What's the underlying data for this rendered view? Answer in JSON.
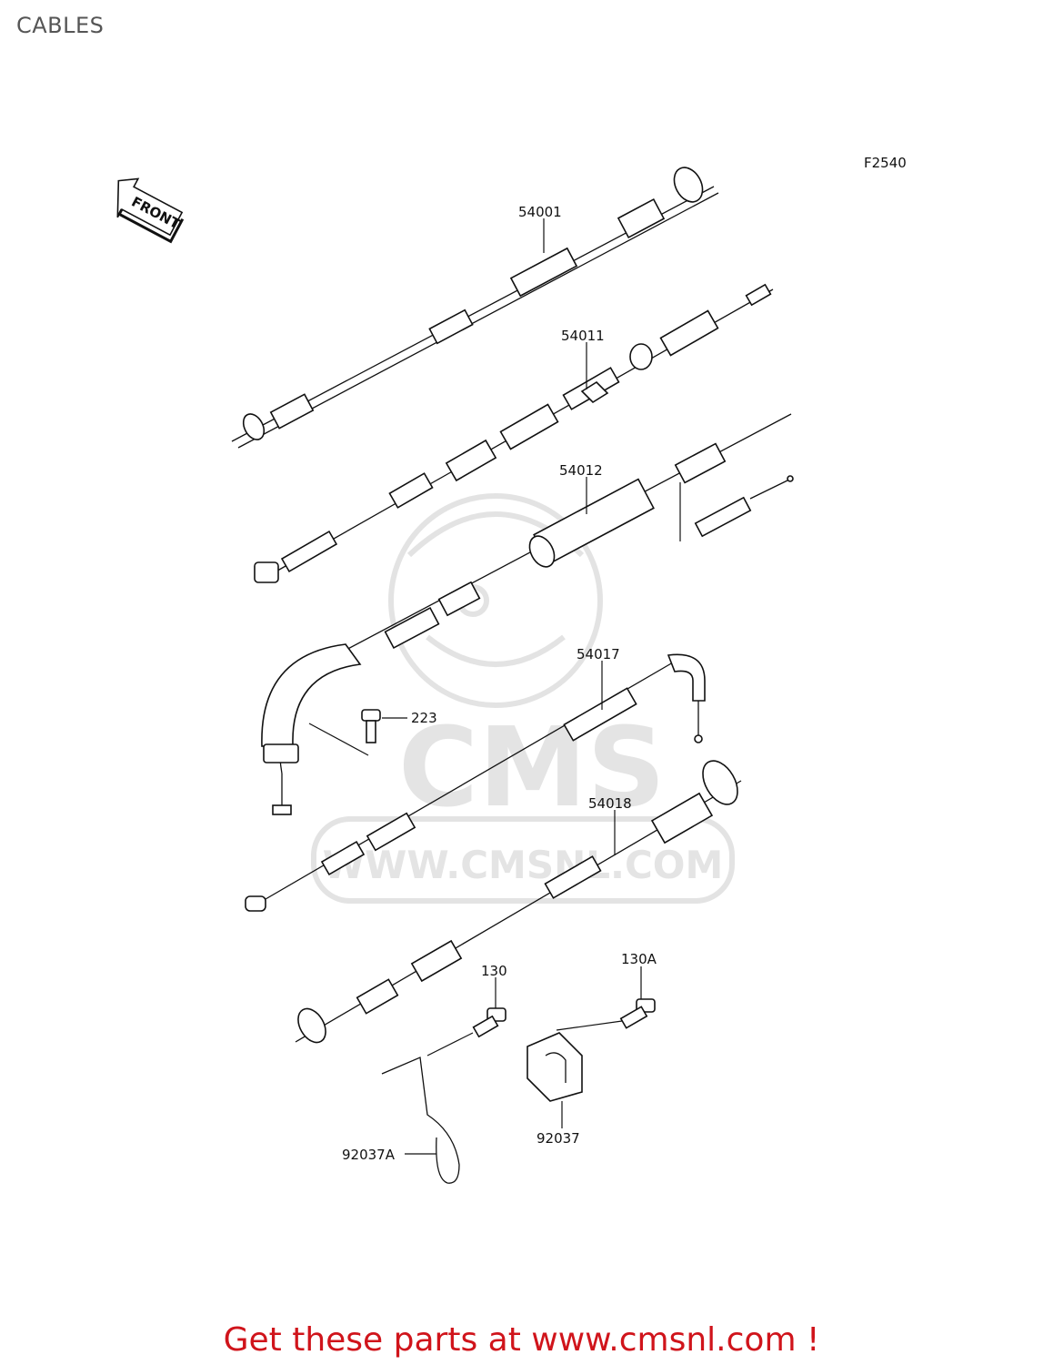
{
  "page": {
    "title": "CABLES"
  },
  "diagram": {
    "figure_code": "F2540",
    "front_label": "FRONT",
    "watermark": {
      "brand": "CMS",
      "url": "WWW.CMSNL.COM"
    },
    "callouts": [
      {
        "id": "c54001",
        "label": "54001"
      },
      {
        "id": "c54011",
        "label": "54011"
      },
      {
        "id": "c54012",
        "label": "54012"
      },
      {
        "id": "c54017",
        "label": "54017"
      },
      {
        "id": "c223",
        "label": "223"
      },
      {
        "id": "c54018",
        "label": "54018"
      },
      {
        "id": "c130",
        "label": "130"
      },
      {
        "id": "c130A",
        "label": "130A"
      },
      {
        "id": "c92037",
        "label": "92037"
      },
      {
        "id": "c92037A",
        "label": "92037A"
      }
    ]
  },
  "footer": {
    "promo": "Get these parts at www.cmsnl.com !",
    "promo_color": "#d0141b"
  }
}
